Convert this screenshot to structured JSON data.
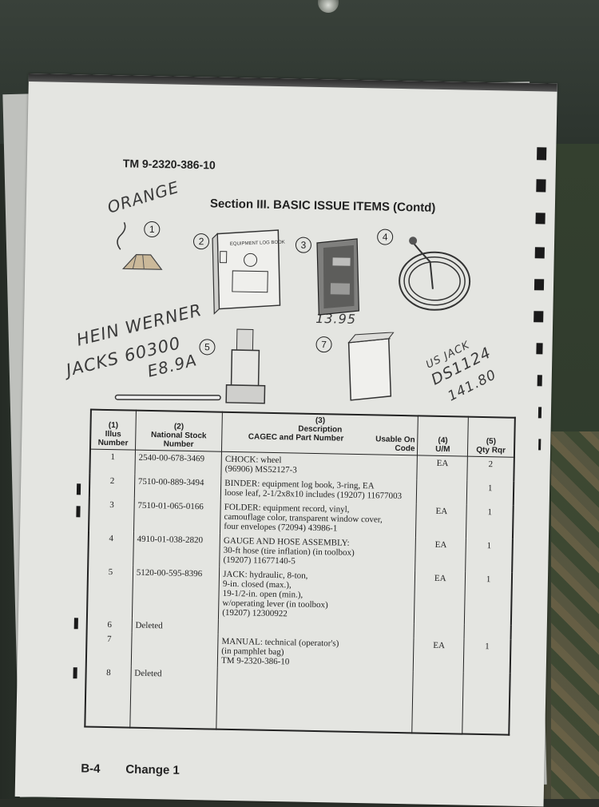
{
  "header": {
    "doc_number": "TM 9-2320-386-10",
    "section_title": "Section III.  BASIC ISSUE ITEMS (Contd)"
  },
  "handwriting": {
    "orange": "ORANGE",
    "brand": "HEIN WERNER",
    "model": "JACKS 60300",
    "model2": "E8.9A",
    "price1": "13.95",
    "vendor": "US JACK",
    "part": "DS1124",
    "price2": "141.80"
  },
  "callouts": [
    "1",
    "2",
    "3",
    "4",
    "5",
    "7"
  ],
  "table": {
    "headers": {
      "col1_num": "(1)",
      "col1": "Illus Number",
      "col2_num": "(2)",
      "col2": "National Stock Number",
      "col3_num": "(3)",
      "col3_desc": "Description",
      "col3_main": "CAGEC and Part Number",
      "col3_usable": "Usable On Code",
      "col4_num": "(4)",
      "col4": "U/M",
      "col5_num": "(5)",
      "col5": "Qty Rqr"
    },
    "rows": [
      {
        "illus": "1",
        "nsn": "2540-00-678-3469",
        "desc": [
          "CHOCK: wheel",
          "(96906) MS52127-3"
        ],
        "um": "EA",
        "qty": "2"
      },
      {
        "illus": "2",
        "nsn": "7510-00-889-3494",
        "desc": [
          "BINDER: equipment log book, 3-ring,      EA",
          "loose leaf, 2-1/2x8x10 includes (19207) 11677003"
        ],
        "um": "",
        "qty": "1"
      },
      {
        "illus": "3",
        "nsn": "7510-01-065-0166",
        "desc": [
          "FOLDER: equipment record, vinyl,",
          "camouflage color, transparent window cover,",
          "four envelopes (72094) 43986-1"
        ],
        "um": "EA",
        "qty": "1"
      },
      {
        "illus": "4",
        "nsn": "4910-01-038-2820",
        "desc": [
          "GAUGE AND HOSE ASSEMBLY:",
          "30-ft hose (tire inflation) (in toolbox)",
          "(19207) 11677140-5"
        ],
        "um": "EA",
        "qty": "1"
      },
      {
        "illus": "5",
        "nsn": "5120-00-595-8396",
        "desc": [
          "JACK: hydraulic, 8-ton,",
          "9-in. closed (max.),",
          "19-1/2-in. open (min.),",
          "w/operating lever (in toolbox)",
          "(19207) 12300922"
        ],
        "um": "EA",
        "qty": "1"
      },
      {
        "illus": "6",
        "nsn": "Deleted",
        "desc": [],
        "um": "",
        "qty": ""
      },
      {
        "illus": "7",
        "nsn": "",
        "desc": [
          "MANUAL: technical (operator's)",
          "(in pamphlet bag)",
          "TM 9-2320-386-10"
        ],
        "um": "EA",
        "qty": "1"
      },
      {
        "illus": "8",
        "nsn": "Deleted",
        "desc": [],
        "um": "",
        "qty": ""
      }
    ]
  },
  "footer": {
    "page": "B-4",
    "change": "Change 1"
  }
}
